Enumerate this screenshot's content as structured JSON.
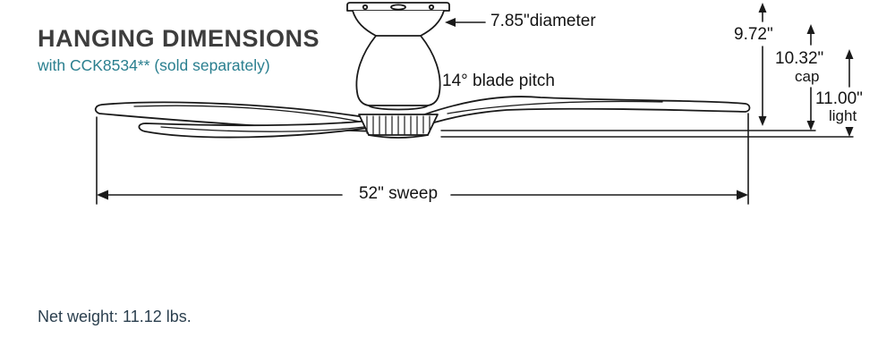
{
  "title": "HANGING DIMENSIONS",
  "subtitle": "with CCK8534** (sold separately)",
  "net_weight": "Net weight: 11.12 lbs.",
  "labels": {
    "diameter": "7.85\"diameter",
    "blade_pitch": "14° blade pitch",
    "dim_fan": "9.72\"",
    "dim_cap": "10.32\"",
    "dim_cap_sub": "cap",
    "dim_light": "11.00\"",
    "dim_light_sub": "light",
    "sweep": "52\" sweep"
  },
  "colors": {
    "title": "#3d3d3d",
    "teal": "#2a7f8f",
    "net_weight": "#2b3f4e",
    "line": "#141414"
  }
}
